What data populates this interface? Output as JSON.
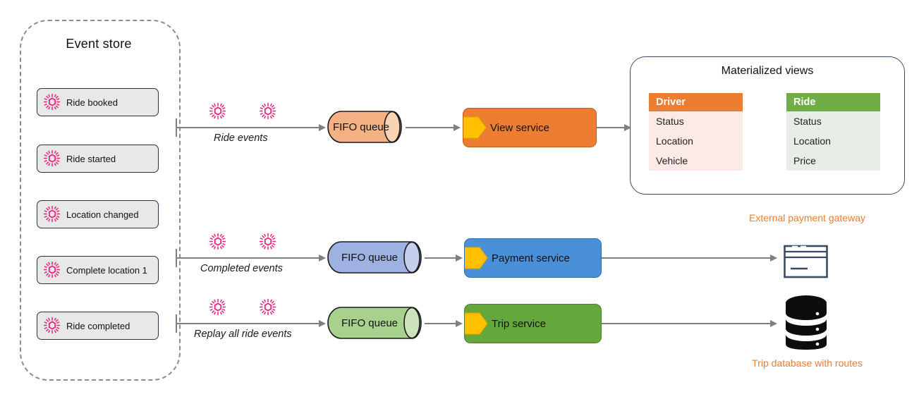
{
  "event_store": {
    "title": "Event store",
    "items": [
      {
        "label": "Ride booked",
        "icon": "event-sun-icon"
      },
      {
        "label": "Ride started",
        "icon": "event-sun-icon"
      },
      {
        "label": "Location changed",
        "icon": "event-sun-icon"
      },
      {
        "label": "Complete location 1",
        "icon": "event-sun-icon"
      },
      {
        "label": "Ride completed",
        "icon": "event-sun-icon"
      }
    ]
  },
  "flows": [
    {
      "label": "Ride events",
      "queue": "FIFO queue",
      "queue_color": "#F4B183",
      "service": "View service",
      "service_color": "#ED7D31",
      "service_border": "#C55A11",
      "hex_color": "#FFC000"
    },
    {
      "label": "Completed events",
      "queue": "FIFO queue",
      "queue_color": "#9DB2E0",
      "service": "Payment service",
      "service_color": "#4A90D9",
      "service_border": "#2E6DA4",
      "hex_color": "#FFC000"
    },
    {
      "label": "Replay all ride events",
      "queue": "FIFO queue",
      "queue_color": "#A9D18E",
      "service": "Trip service",
      "service_color": "#64A83C",
      "service_border": "#4A7D2C",
      "hex_color": "#FFC000"
    }
  ],
  "materialized_views": {
    "title": "Materialized views",
    "tables": [
      {
        "name": "Driver",
        "header_color": "#ED7D31",
        "row_color": "#FBEAE5",
        "rows": [
          "Status",
          "Location",
          "Vehicle"
        ]
      },
      {
        "name": "Ride",
        "header_color": "#70AD47",
        "row_color": "#E7EDE7",
        "rows": [
          "Status",
          "Location",
          "Price"
        ]
      }
    ]
  },
  "endpoints": [
    {
      "caption": "External payment gateway",
      "icon": "credit-card-icon",
      "color": "#ED7D31"
    },
    {
      "caption": "Trip database with routes",
      "icon": "database-icon",
      "color": "#ED7D31"
    }
  ],
  "colors": {
    "line": "#7f7f7f",
    "event_icon": "#EC1E79",
    "dashed_border": "#8c8c8c"
  }
}
